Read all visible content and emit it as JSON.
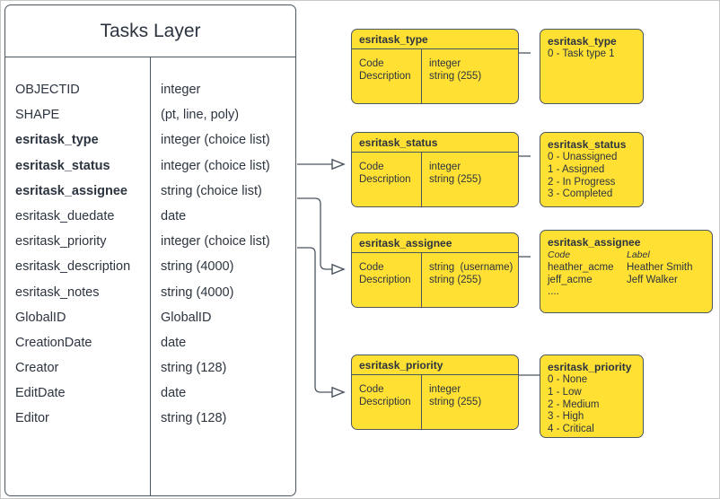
{
  "diagram": {
    "title": "Tasks Layer"
  },
  "layer_table": {
    "title": "Tasks Layer",
    "fields": [
      {
        "name": "OBJECTID",
        "type": "integer",
        "bold": false
      },
      {
        "name": "SHAPE",
        "type": "(pt, line, poly)",
        "bold": false
      },
      {
        "name": "esritask_type",
        "type": "integer (choice list)",
        "bold": true
      },
      {
        "name": "esritask_status",
        "type": "integer (choice list)",
        "bold": true
      },
      {
        "name": "esritask_assignee",
        "type": "string (choice list)",
        "bold": true
      },
      {
        "name": "esritask_duedate",
        "type": "date",
        "bold": false
      },
      {
        "name": "esritask_priority",
        "type": "integer (choice list)",
        "bold": false
      },
      {
        "name": "esritask_description",
        "type": "string (4000)",
        "bold": false
      },
      {
        "name": "esritask_notes",
        "type": "string (4000)",
        "bold": false
      },
      {
        "name": "GlobalID",
        "type": "GlobalID",
        "bold": false
      },
      {
        "name": "CreationDate",
        "type": "date",
        "bold": false
      },
      {
        "name": "Creator",
        "type": "string (128)",
        "bold": false
      },
      {
        "name": "EditDate",
        "type": "date",
        "bold": false
      },
      {
        "name": "Editor",
        "type": "string (128)",
        "bold": false
      }
    ]
  },
  "domain_tables": [
    {
      "id": "type",
      "title": "esritask_type",
      "code_label": "Code",
      "description_label": "Description",
      "code_type": "integer",
      "description_type": "string (255)"
    },
    {
      "id": "status",
      "title": "esritask_status",
      "code_label": "Code",
      "description_label": "Description",
      "code_type": "integer",
      "description_type": "string (255)"
    },
    {
      "id": "assignee",
      "title": "esritask_assignee",
      "code_label": "Code",
      "description_label": "Description",
      "code_type": "string  (username)",
      "description_type": "string (255)"
    },
    {
      "id": "priority",
      "title": "esritask_priority",
      "code_label": "Code",
      "description_label": "Description",
      "code_type": "integer",
      "description_type": "string (255)"
    }
  ],
  "value_lists": [
    {
      "id": "type",
      "title": "esritask_type",
      "values": [
        "0 - Task type 1"
      ]
    },
    {
      "id": "status",
      "title": "esritask_status",
      "values": [
        "0 - Unassigned",
        "1 - Assigned",
        "2 - In Progress",
        "3 - Completed"
      ]
    },
    {
      "id": "assignee",
      "title": "esritask_assignee",
      "code_header": "Code",
      "label_header": "Label",
      "rows": [
        {
          "code": "heather_acme",
          "label": "Heather Smith"
        },
        {
          "code": "jeff_acme",
          "label": "Jeff Walker"
        },
        {
          "code": "....",
          "label": ""
        }
      ]
    },
    {
      "id": "priority",
      "title": "esritask_priority",
      "values": [
        "0 - None",
        "1 - Low",
        "2 - Medium",
        "3 - High",
        "4 - Critical"
      ]
    }
  ],
  "colors": {
    "domain_fill": "#ffe033",
    "stroke": "#4c5560",
    "text": "#2c3440",
    "page_border": "#c8c8c8"
  }
}
